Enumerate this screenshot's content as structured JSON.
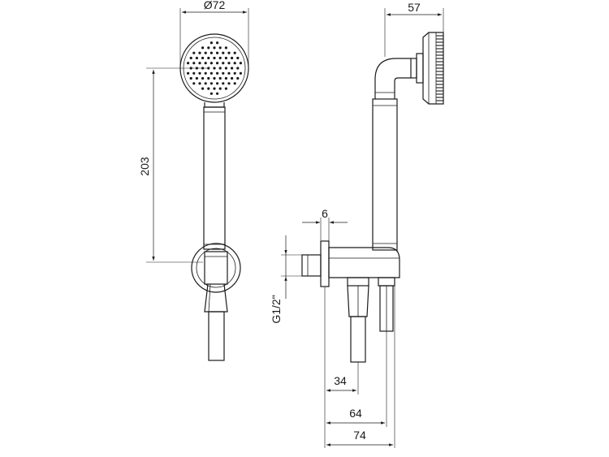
{
  "dimensions": {
    "head_diameter": "Ø72",
    "handle_length": "203",
    "depth": "57",
    "flange_thickness": "6",
    "thread": "G1/2\"",
    "outlet_offset": "34",
    "holder_offset": "64",
    "total_projection": "74"
  },
  "colors": {
    "line": "#1a1a1a",
    "background": "#ffffff"
  }
}
